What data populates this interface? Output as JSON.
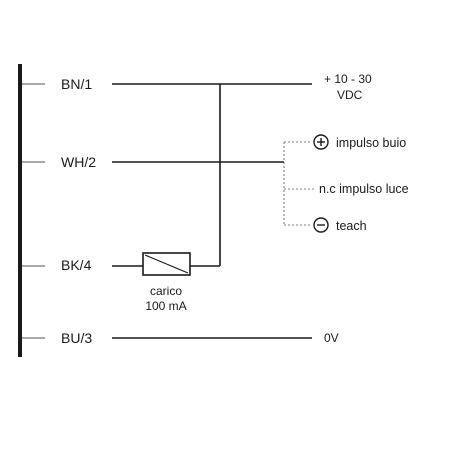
{
  "pins": {
    "bn": "BN/1",
    "wh": "WH/2",
    "bk": "BK/4",
    "bu": "BU/3"
  },
  "supply": {
    "positive_line1": "+ 10 - 30",
    "positive_line2": "VDC",
    "negative": "0V"
  },
  "load": {
    "label": "carico",
    "value": "100 mA"
  },
  "options": {
    "plus_symbol": "+",
    "minus_symbol": "−",
    "dark": "impulso buio",
    "light": "n.c impulso luce",
    "teach": "teach"
  }
}
